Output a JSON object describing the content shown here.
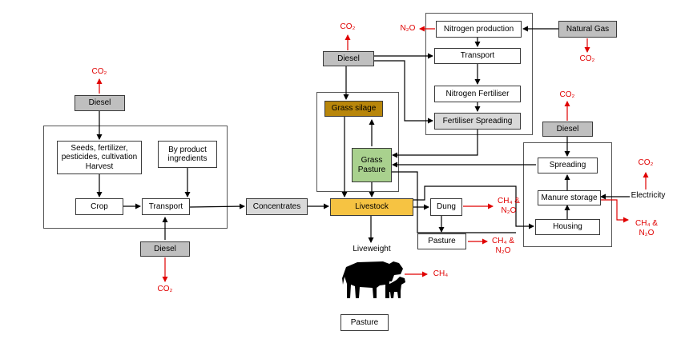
{
  "nodes": {
    "diesel_left": "Diesel",
    "seeds": "Seeds, fertilizer,\npesticides, cultivation\nHarvest",
    "by_product": "By product\ningredients",
    "crop": "Crop",
    "transport_left": "Transport",
    "diesel_bottom": "Diesel",
    "concentrates": "Concentrates",
    "diesel_mid": "Diesel",
    "grass_silage": "Grass silage",
    "grass_pasture": "Grass\nPasture",
    "livestock": "Livestock",
    "nitrogen_production": "Nitrogen production",
    "transport_top": "Transport",
    "nitrogen_fertiliser": "Nitrogen Fertiliser",
    "fertiliser_spreading": "Fertiliser Spreading",
    "natural_gas": "Natural Gas",
    "diesel_right": "Diesel",
    "spreading": "Spreading",
    "manure_storage": "Manure storage",
    "housing": "Housing",
    "dung": "Dung",
    "pasture_dung": "Pasture",
    "pasture_bottom": "Pasture"
  },
  "labels": {
    "co2_diesel_left": "CO₂",
    "co2_diesel_bottom": "CO₂",
    "co2_diesel_mid": "CO₂",
    "n2o_nitrogen": "N₂O",
    "co2_natural_gas": "CO₂",
    "co2_diesel_right": "CO₂",
    "co2_electricity": "CO₂",
    "electricity": "Electricity",
    "ch4_n2o_manure": "CH₄ &\nN₂O",
    "ch4_n2o_dung": "CH₄ &\nN₂O",
    "ch4_n2o_pasture": "CH₄ &\nN₂O",
    "liveweight": "Liveweight",
    "ch4_cow": "CH₄"
  },
  "colors": {
    "grass_silage": "#b8860b",
    "grass_pasture": "#a9d18e",
    "livestock": "#f6c342",
    "emission": "#e00000",
    "flow": "#000000"
  }
}
